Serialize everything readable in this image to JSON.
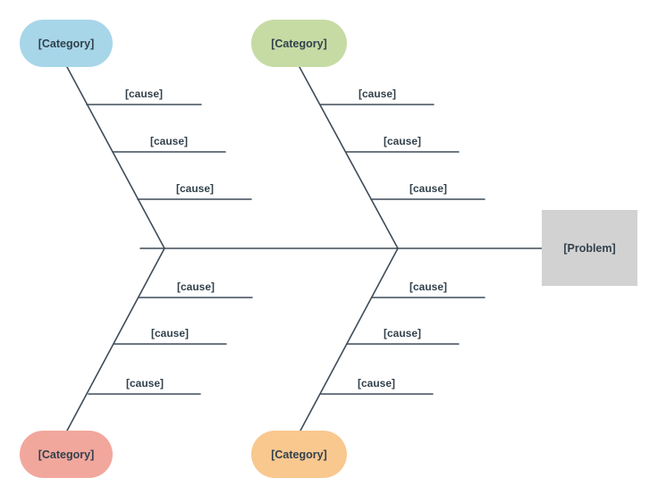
{
  "diagram": {
    "type": "fishbone-template",
    "problem": {
      "label": "[Problem]",
      "fill": "#d2d2d2"
    },
    "categories": [
      {
        "position": "top-left",
        "label": "[Category]",
        "fill": "#a7d6e9",
        "causes": [
          "[cause]",
          "[cause]",
          "[cause]"
        ]
      },
      {
        "position": "top-middle",
        "label": "[Category]",
        "fill": "#c6dba4",
        "causes": [
          "[cause]",
          "[cause]",
          "[cause]"
        ]
      },
      {
        "position": "bottom-left",
        "label": "[Category]",
        "fill": "#f2a79d",
        "causes": [
          "[cause]",
          "[cause]",
          "[cause]"
        ]
      },
      {
        "position": "bottom-middle",
        "label": "[Category]",
        "fill": "#f9c88f",
        "causes": [
          "[cause]",
          "[cause]",
          "[cause]"
        ]
      }
    ],
    "colors": {
      "line": "#3f4c59",
      "text": "#32414c",
      "background": "#ffffff"
    }
  }
}
